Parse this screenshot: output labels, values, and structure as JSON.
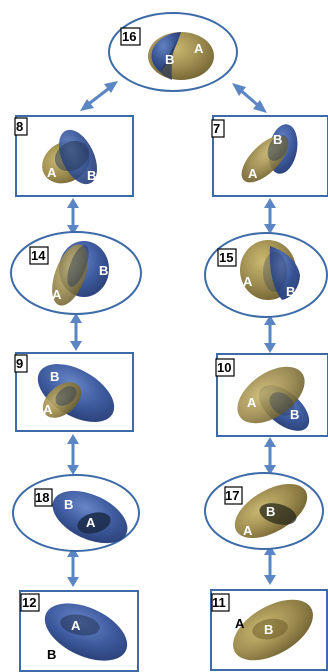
{
  "colors": {
    "frame": "#3d6ba8",
    "arrow": "#5b86c3",
    "blue_ellipse": "#2f4d8c",
    "gold_ellipse": "#8a7a3a",
    "overlap": "#233556"
  },
  "states": [
    {
      "id": "16",
      "label": "16",
      "shape": "ellipse-frame",
      "a_label": "A",
      "b_label": "B"
    },
    {
      "id": "8",
      "label": "8",
      "shape": "rect-frame",
      "a_label": "A",
      "b_label": "B"
    },
    {
      "id": "7",
      "label": "7",
      "shape": "rect-frame",
      "a_label": "A",
      "b_label": "B"
    },
    {
      "id": "14",
      "label": "14",
      "shape": "ellipse-frame",
      "a_label": "A",
      "b_label": "B"
    },
    {
      "id": "15",
      "label": "15",
      "shape": "ellipse-frame",
      "a_label": "A",
      "b_label": "B"
    },
    {
      "id": "9",
      "label": "9",
      "shape": "rect-frame",
      "a_label": "A",
      "b_label": "B"
    },
    {
      "id": "10",
      "label": "10",
      "shape": "rect-frame",
      "a_label": "A",
      "b_label": "B"
    },
    {
      "id": "18",
      "label": "18",
      "shape": "ellipse-frame",
      "a_label": "A",
      "b_label": "B"
    },
    {
      "id": "17",
      "label": "17",
      "shape": "ellipse-frame",
      "a_label": "A",
      "b_label": "B"
    },
    {
      "id": "12",
      "label": "12",
      "shape": "rect-frame",
      "a_label": "A",
      "b_label": "B"
    },
    {
      "id": "11",
      "label": "11",
      "shape": "rect-frame",
      "a_label": "A",
      "b_label": "B"
    }
  ],
  "connections": [
    {
      "from": "16",
      "to": "8",
      "bidirectional": true
    },
    {
      "from": "16",
      "to": "7",
      "bidirectional": true
    },
    {
      "from": "8",
      "to": "14",
      "bidirectional": true
    },
    {
      "from": "14",
      "to": "9",
      "bidirectional": true
    },
    {
      "from": "9",
      "to": "18",
      "bidirectional": true
    },
    {
      "from": "18",
      "to": "12",
      "bidirectional": true
    },
    {
      "from": "7",
      "to": "15",
      "bidirectional": true
    },
    {
      "from": "15",
      "to": "10",
      "bidirectional": true
    },
    {
      "from": "10",
      "to": "17",
      "bidirectional": true
    },
    {
      "from": "17",
      "to": "11",
      "bidirectional": true
    }
  ]
}
